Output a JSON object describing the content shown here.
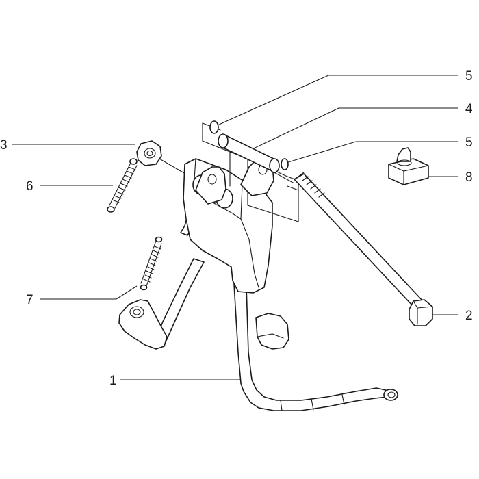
{
  "diagram": {
    "callouts": {
      "c1": "1",
      "c2": "2",
      "c3": "3",
      "c4": "4",
      "c5a": "5",
      "c5b": "5",
      "c6": "6",
      "c7": "7",
      "c8": "8"
    },
    "colors": {
      "line": "#1a1a1a",
      "fill": "#ffffff"
    }
  }
}
